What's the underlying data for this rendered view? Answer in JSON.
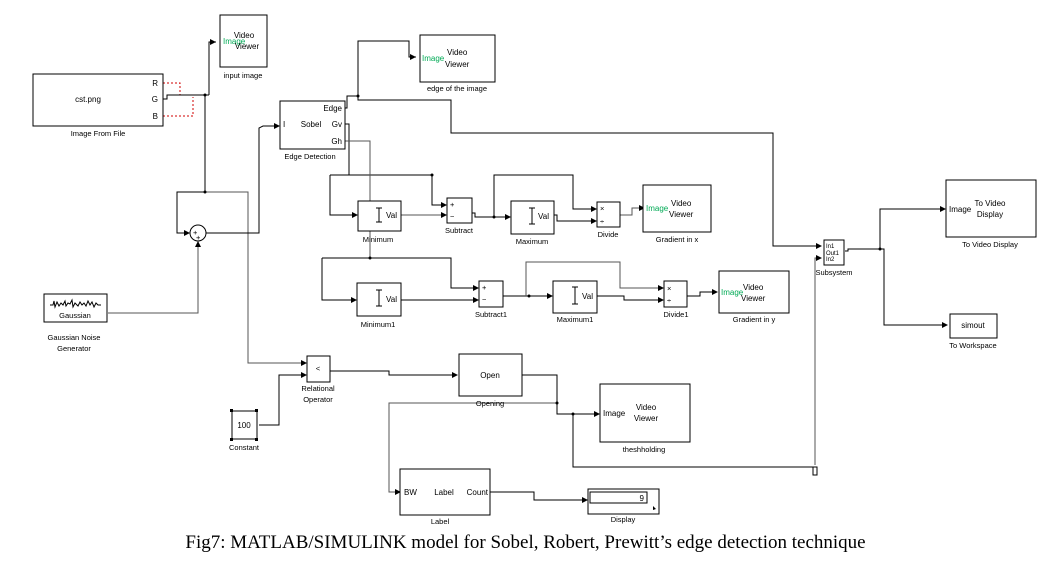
{
  "diagram": {
    "blocks": {
      "image_from_file": {
        "content": "cst.png",
        "label": "Image From File",
        "ports": [
          "R",
          "G",
          "B"
        ]
      },
      "input_image": {
        "title1": "Video",
        "title2": "Viewer",
        "port": "Image",
        "label": "input image"
      },
      "edge_detection": {
        "content": "Sobel",
        "label": "Edge Detection",
        "in_port": "I",
        "out_ports": [
          "Edge",
          "Gv",
          "Gh"
        ]
      },
      "edge_viewer": {
        "title1": "Video",
        "title2": "Viewer",
        "port": "Image",
        "label": "edge of the image"
      },
      "sum": {
        "signs": [
          "+",
          "+"
        ]
      },
      "gaussian": {
        "content": "Gaussian",
        "label1": "Gaussian Noise",
        "label2": "Generator"
      },
      "minimum": {
        "content": "Val",
        "label": "Minimum"
      },
      "subtract": {
        "signs": [
          "+",
          "−"
        ],
        "label": "Subtract"
      },
      "maximum": {
        "content": "Val",
        "label": "Maximum"
      },
      "divide": {
        "signs": [
          "×",
          "÷"
        ],
        "label": "Divide"
      },
      "gradient_x": {
        "title1": "Video",
        "title2": "Viewer",
        "port": "Image",
        "label": "Gradient in x"
      },
      "minimum1": {
        "content": "Val",
        "label": "Minimum1"
      },
      "subtract1": {
        "signs": [
          "+",
          "−"
        ],
        "label": "Subtract1"
      },
      "maximum1": {
        "content": "Val",
        "label": "Maximum1"
      },
      "divide1": {
        "signs": [
          "×",
          "÷"
        ],
        "label": "Divide1"
      },
      "gradient_y": {
        "title1": "Video",
        "title2": "Viewer",
        "port": "Image",
        "label": "Gradient in y"
      },
      "subsystem": {
        "in_ports": [
          "In1",
          "In2"
        ],
        "out_port": "Out1",
        "label": "Subsystem"
      },
      "to_video_display": {
        "title1": "To Video",
        "title2": "Display",
        "port": "Image",
        "label": "To Video Display"
      },
      "to_workspace": {
        "content": "simout",
        "label": "To Workspace"
      },
      "relational": {
        "content": "<",
        "label1": "Relational",
        "label2": "Operator"
      },
      "constant": {
        "content": "100",
        "label": "Constant"
      },
      "opening": {
        "content": "Open",
        "label": "Opening"
      },
      "thresh_viewer": {
        "title1": "Video",
        "title2": "Viewer",
        "port": "Image",
        "label": "theshholding"
      },
      "label_block": {
        "in_port": "BW",
        "content": "Label",
        "out_port": "Count",
        "label": "Label"
      },
      "display": {
        "value": "9",
        "label": "Display"
      }
    }
  },
  "caption": "Fig7: MATLAB/SIMULINK model for Sobel, Robert, Prewitt’s edge detection technique"
}
